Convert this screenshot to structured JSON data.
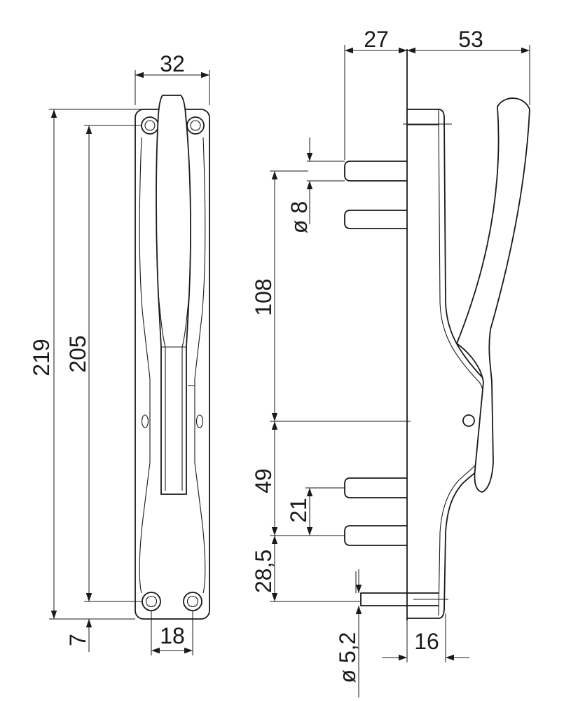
{
  "drawing": {
    "front_view": {
      "width_dim": "32",
      "overall_height_dim": "219",
      "hole_spacing_dim": "205",
      "bottom_offset_dim": "7",
      "bottom_hole_spacing_dim": "18"
    },
    "side_view": {
      "pin_length_dim": "27",
      "handle_projection_dim": "53",
      "pin_diameter_dim": "ø 8",
      "upper_spacing_dim": "108",
      "lower_spacing_dim": "49",
      "pin_gap_dim": "21",
      "bottom_spacing_dim": "28,5",
      "screw_diameter_dim": "ø 5,2",
      "base_thickness_dim": "16"
    }
  }
}
